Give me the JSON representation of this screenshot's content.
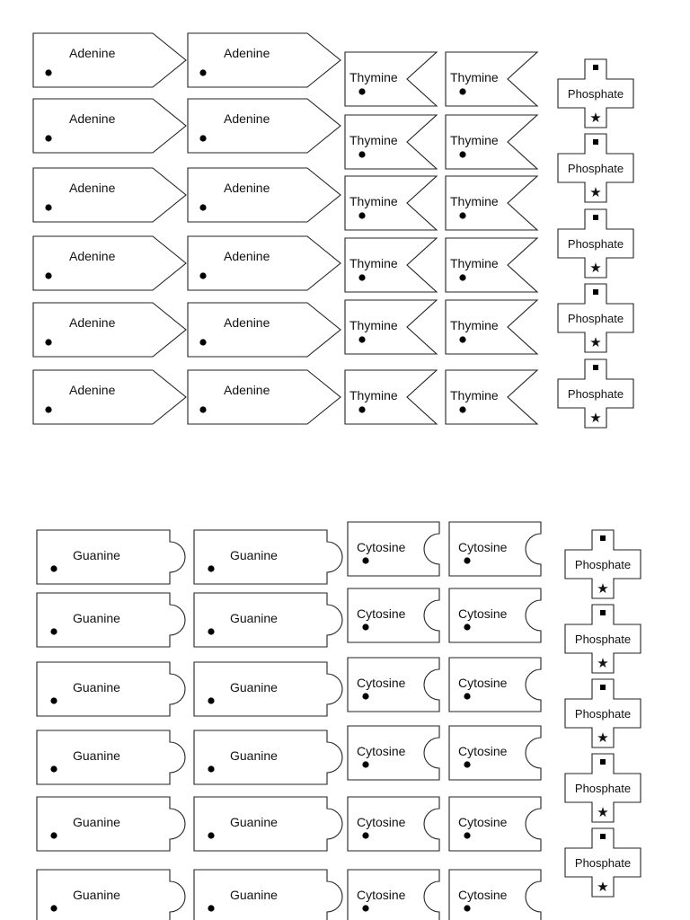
{
  "sheet": {
    "sections": [
      {
        "id": "at",
        "rows": [
          {
            "adenine": [
              "Adenine",
              "Adenine"
            ],
            "thymine": [
              "Thymine",
              "Thymine"
            ],
            "phosphate": "Phosphate"
          },
          {
            "adenine": [
              "Adenine",
              "Adenine"
            ],
            "thymine": [
              "Thymine",
              "Thymine"
            ],
            "phosphate": "Phosphate"
          },
          {
            "adenine": [
              "Adenine",
              "Adenine"
            ],
            "thymine": [
              "Thymine",
              "Thymine"
            ],
            "phosphate": "Phosphate"
          },
          {
            "adenine": [
              "Adenine",
              "Adenine"
            ],
            "thymine": [
              "Thymine",
              "Thymine"
            ],
            "phosphate": "Phosphate"
          },
          {
            "adenine": [
              "Adenine",
              "Adenine"
            ],
            "thymine": [
              "Thymine",
              "Thymine"
            ],
            "phosphate": "Phosphate"
          },
          {
            "adenine": [
              "Adenine",
              "Adenine"
            ],
            "thymine": [
              "Thymine",
              "Thymine"
            ],
            "phosphate": null
          }
        ]
      },
      {
        "id": "gc",
        "rows": [
          {
            "guanine": [
              "Guanine",
              "Guanine"
            ],
            "cytosine": [
              "Cytosine",
              "Cytosine"
            ],
            "phosphate": "Phosphate"
          },
          {
            "guanine": [
              "Guanine",
              "Guanine"
            ],
            "cytosine": [
              "Cytosine",
              "Cytosine"
            ],
            "phosphate": "Phosphate"
          },
          {
            "guanine": [
              "Guanine",
              "Guanine"
            ],
            "cytosine": [
              "Cytosine",
              "Cytosine"
            ],
            "phosphate": "Phosphate"
          },
          {
            "guanine": [
              "Guanine",
              "Guanine"
            ],
            "cytosine": [
              "Cytosine",
              "Cytosine"
            ],
            "phosphate": "Phosphate"
          },
          {
            "guanine": [
              "Guanine",
              "Guanine"
            ],
            "cytosine": [
              "Cytosine",
              "Cytosine"
            ],
            "phosphate": "Phosphate"
          },
          {
            "guanine": [
              "Guanine",
              "Guanine"
            ],
            "cytosine": [
              "Cytosine",
              "Cytosine"
            ],
            "phosphate": null
          }
        ]
      }
    ],
    "symbols": {
      "dot": "dot-marker",
      "square": "square-marker",
      "star": "star-marker"
    }
  }
}
